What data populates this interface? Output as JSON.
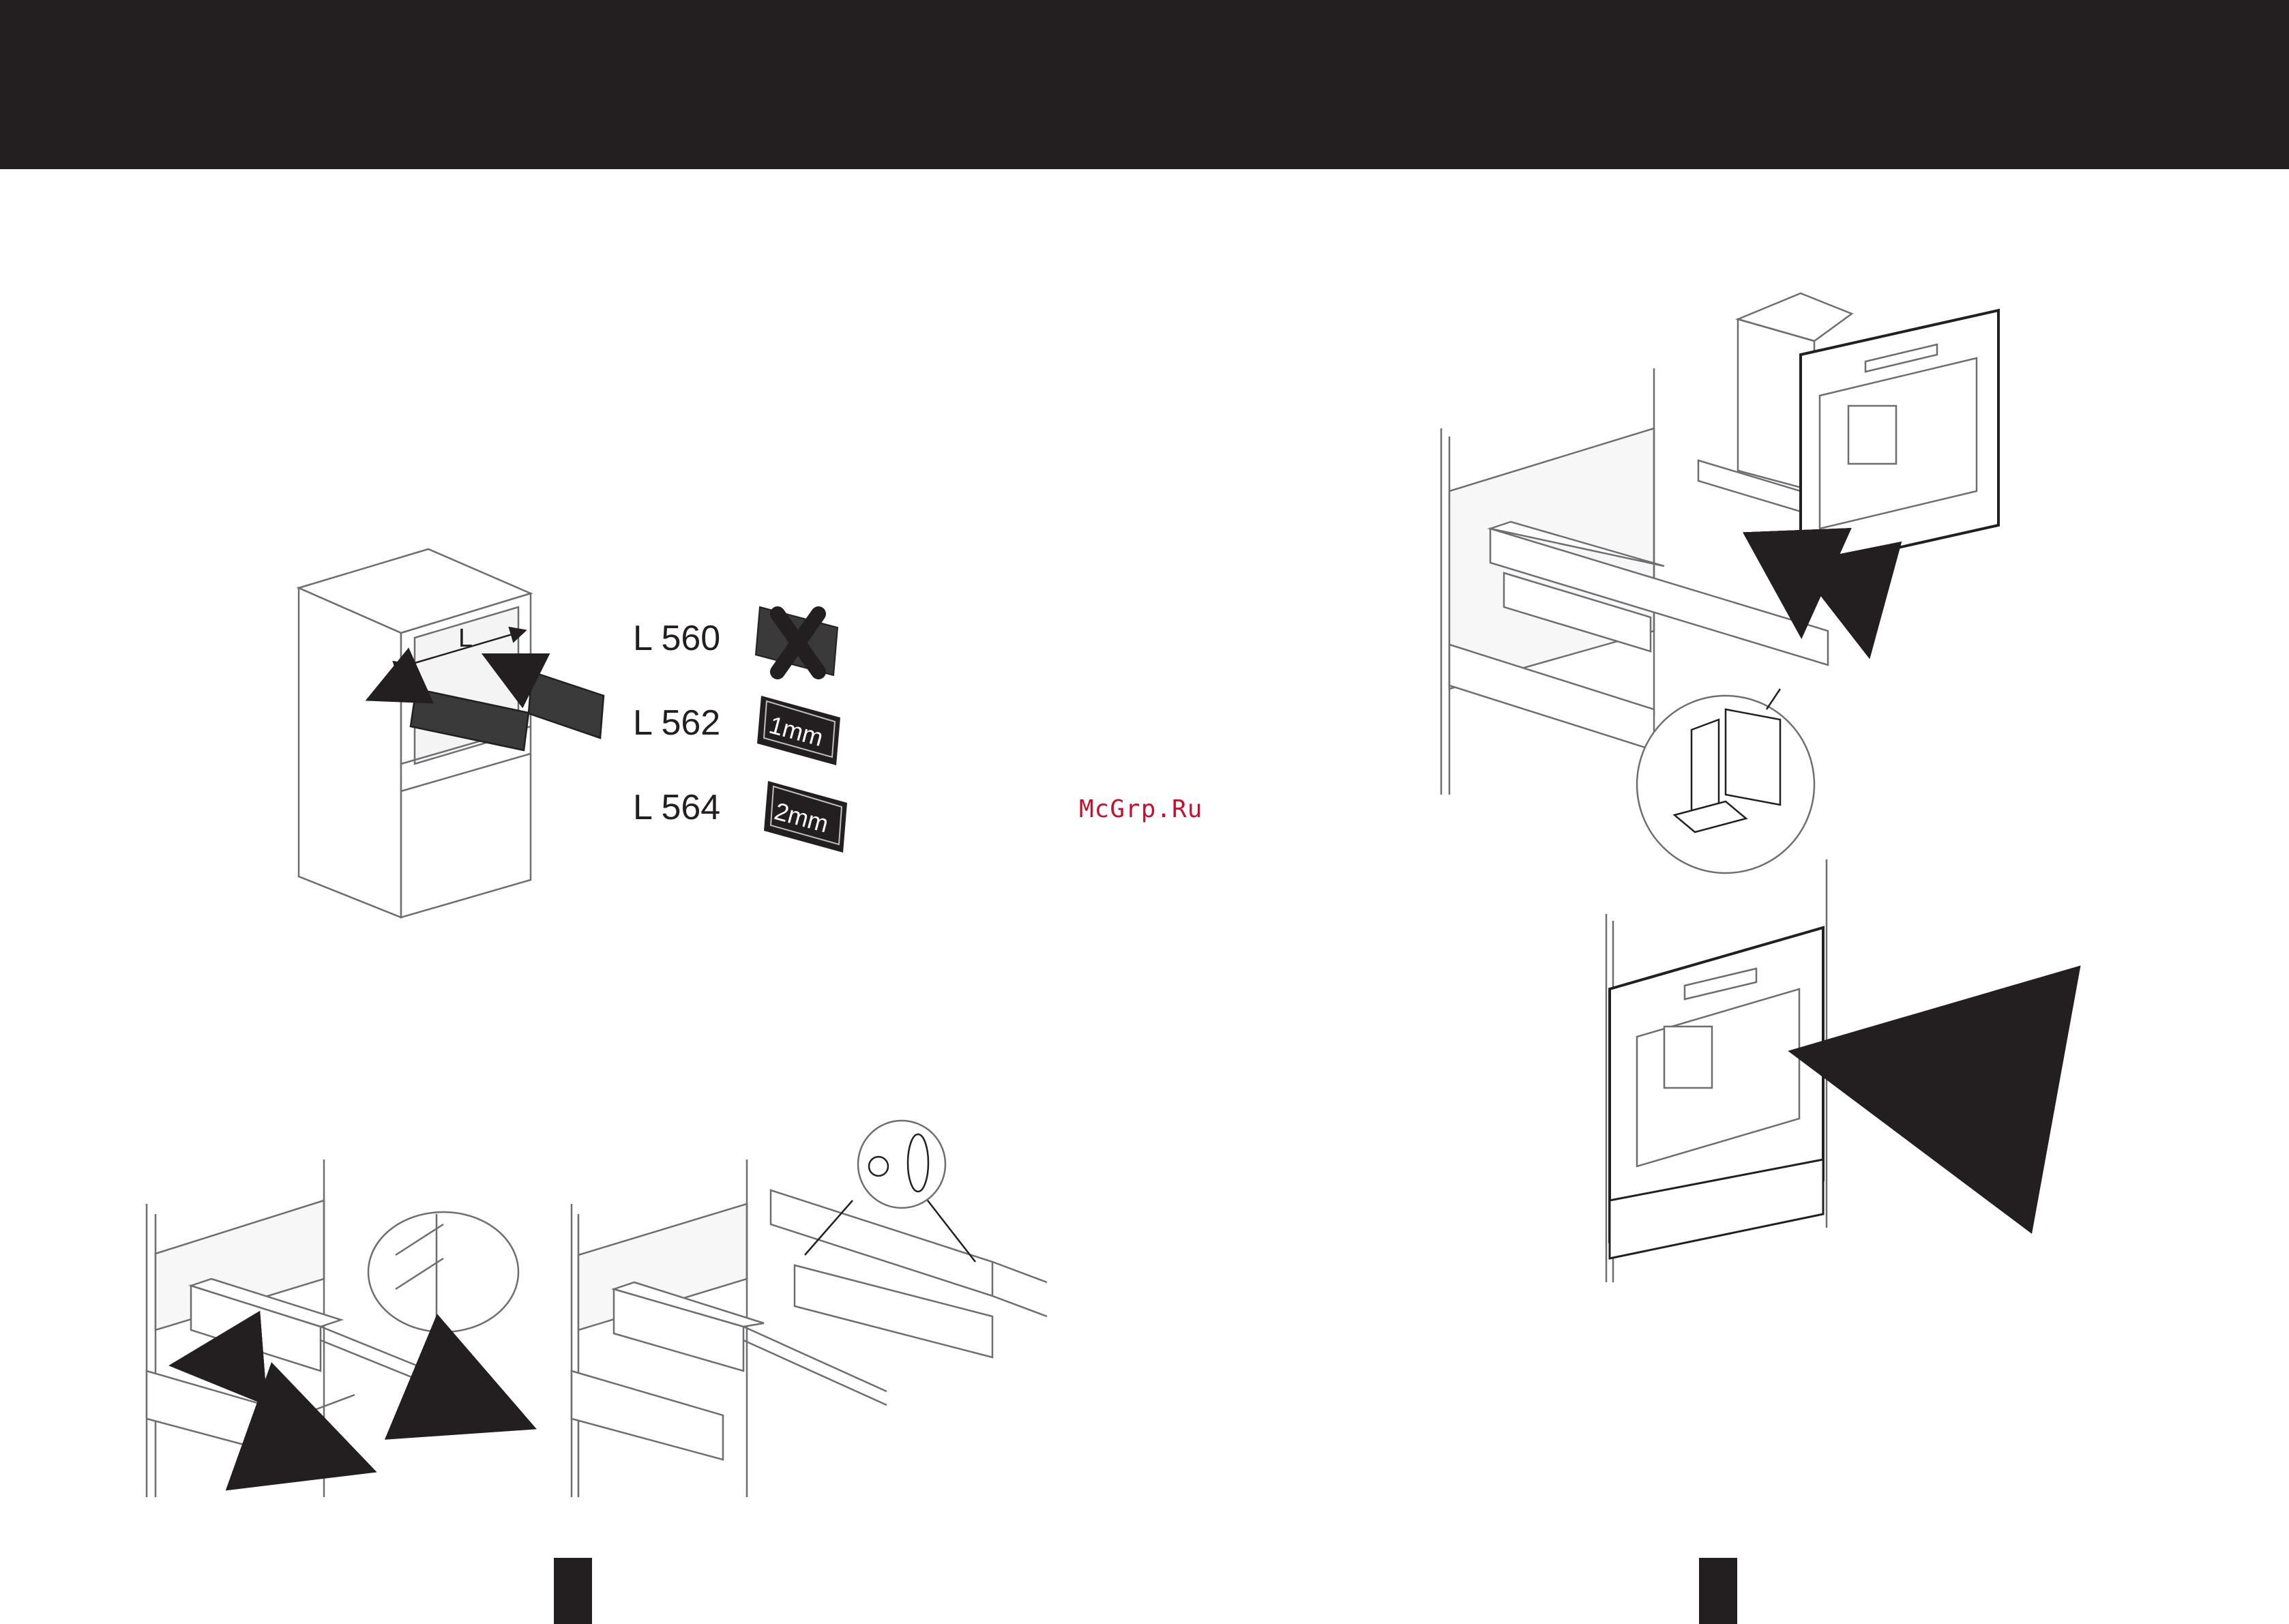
{
  "spacers": [
    {
      "label": "L 560",
      "badge": ""
    },
    {
      "label": "L 562",
      "badge": "1mm"
    },
    {
      "label": "L 564",
      "badge": "2mm"
    }
  ],
  "cabinet_dimension_label": "L",
  "watermark": "McGrp.Ru"
}
